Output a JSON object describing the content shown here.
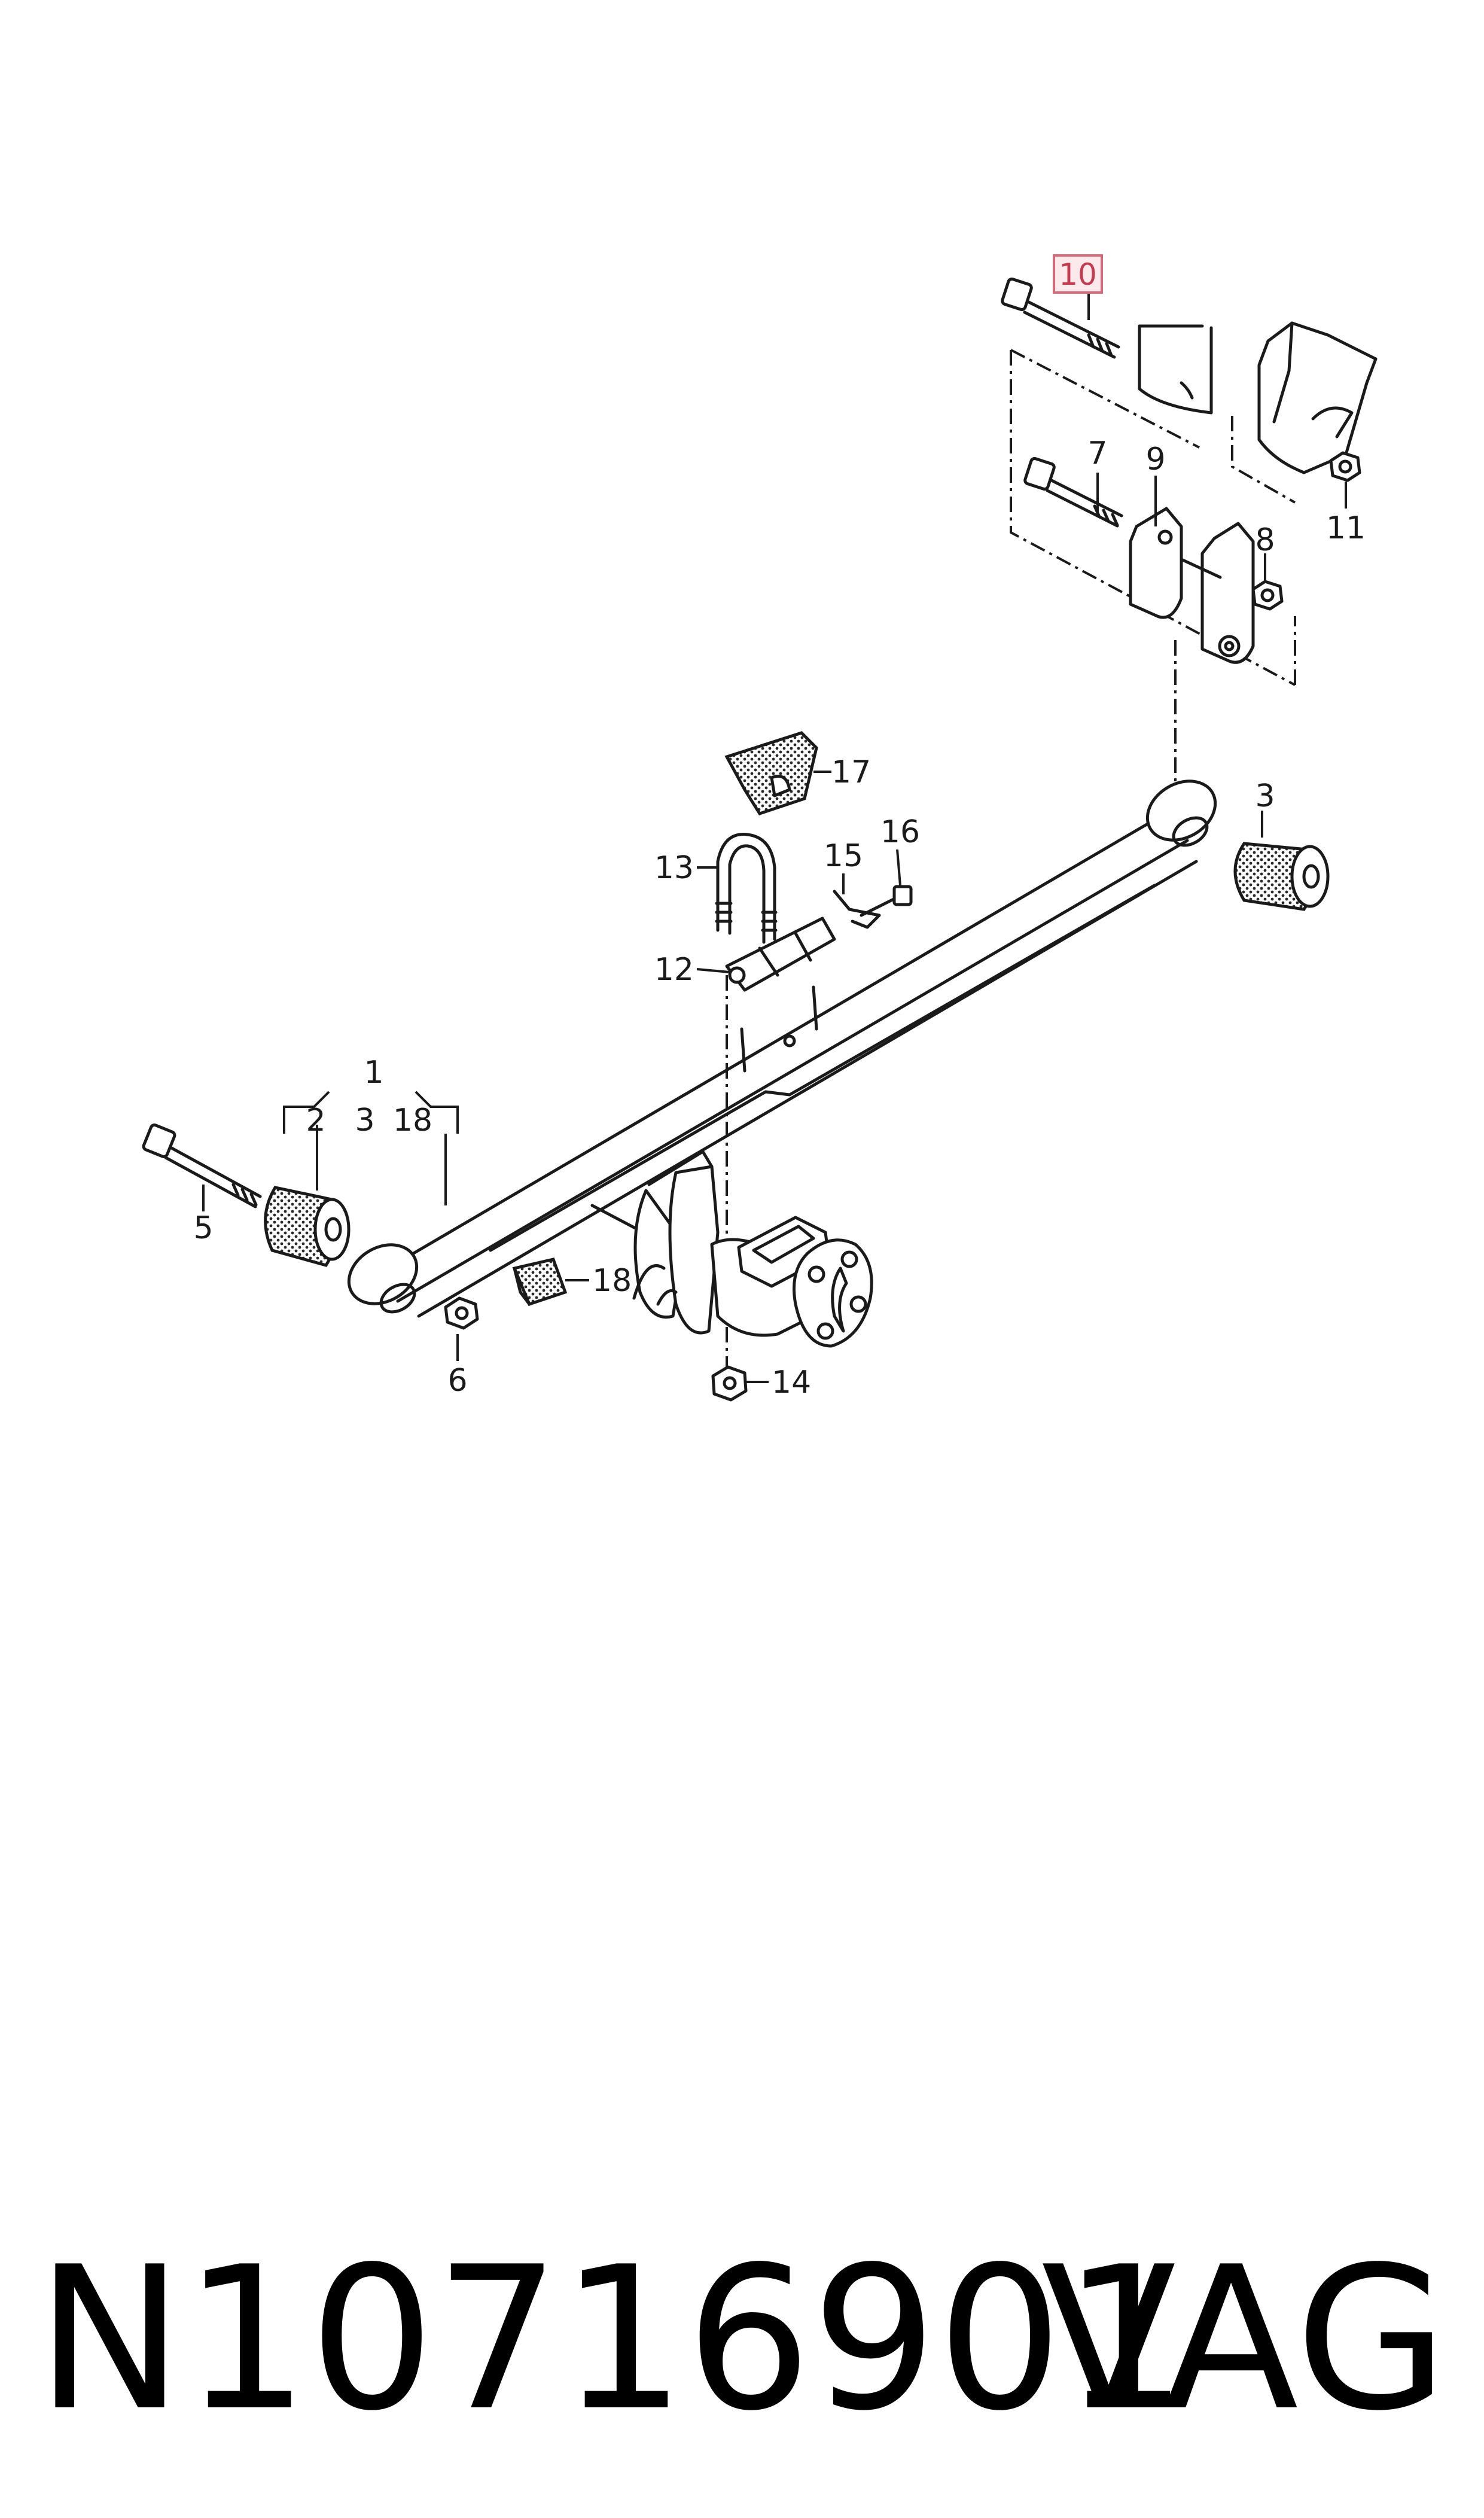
{
  "diagram": {
    "callouts": [
      {
        "id": "10",
        "text": "10",
        "highlighted": true
      },
      {
        "id": "7",
        "text": "7"
      },
      {
        "id": "9",
        "text": "9"
      },
      {
        "id": "8",
        "text": "8"
      },
      {
        "id": "11",
        "text": "11"
      },
      {
        "id": "17",
        "text": "17"
      },
      {
        "id": "3",
        "text": "3"
      },
      {
        "id": "13",
        "text": "13"
      },
      {
        "id": "15",
        "text": "15"
      },
      {
        "id": "16",
        "text": "16"
      },
      {
        "id": "12",
        "text": "12"
      },
      {
        "id": "1",
        "text": "1"
      },
      {
        "id": "2",
        "text": "2"
      },
      {
        "id": "3b",
        "text": "3"
      },
      {
        "id": "18",
        "text": "18"
      },
      {
        "id": "5",
        "text": "5"
      },
      {
        "id": "6",
        "text": "6"
      },
      {
        "id": "18b",
        "text": "18"
      },
      {
        "id": "14",
        "text": "14"
      }
    ],
    "highlight_color": "#d46a7a"
  },
  "footer": {
    "part_number": "N10716901",
    "brand": "VAG"
  }
}
